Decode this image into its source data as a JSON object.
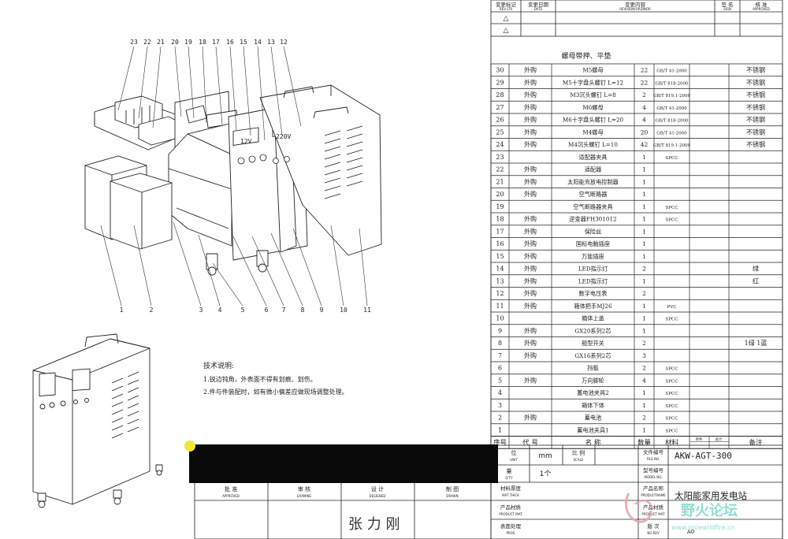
{
  "revision_block": {
    "col_mark": "变更标记",
    "col_mark_en": "REV LTR",
    "col_date": "变更日期",
    "col_date_en": "DATE",
    "col_content": "变更内容",
    "col_content_en": "REVISION/ORDINOR",
    "col_sign": "签  名",
    "col_sign_en": "SIGN",
    "col_approve": "核  准",
    "col_approve_en": "APPROVED",
    "row_marks": [
      "△",
      "△"
    ]
  },
  "bom_note": "螺母带押、平垫",
  "bom_rows": [
    {
      "no": "30",
      "src": "外购",
      "name": "M5螺母",
      "qty": "22",
      "mat": "GB/T 41-2000",
      "rem": "不锈钢"
    },
    {
      "no": "29",
      "src": "外购",
      "name": "M5十字盘头螺钉 L=12",
      "qty": "22",
      "mat": "GB/T 818-2000",
      "rem": "不锈钢"
    },
    {
      "no": "28",
      "src": "外购",
      "name": "M3沉头螺钉 L=8",
      "qty": "2",
      "mat": "GB/T 819.1-2000",
      "rem": "不锈钢"
    },
    {
      "no": "27",
      "src": "外购",
      "name": "M6螺母",
      "qty": "4",
      "mat": "GB/T 41-2000",
      "rem": "不锈钢"
    },
    {
      "no": "26",
      "src": "外购",
      "name": "M6十字盘头螺钉 L=20",
      "qty": "4",
      "mat": "GB/T 818-2000",
      "rem": "不锈钢"
    },
    {
      "no": "25",
      "src": "外购",
      "name": "M4螺母",
      "qty": "20",
      "mat": "GB/T 41-2000",
      "rem": "不锈钢"
    },
    {
      "no": "24",
      "src": "外购",
      "name": "M4沉头螺钉 L=10",
      "qty": "42",
      "mat": "GB/T 819.1-2000",
      "rem": "不锈钢"
    },
    {
      "no": "23",
      "src": "",
      "name": "适配器夹具",
      "qty": "1",
      "mat": "SPCC",
      "rem": ""
    },
    {
      "no": "22",
      "src": "外购",
      "name": "适配器",
      "qty": "1",
      "mat": "",
      "rem": ""
    },
    {
      "no": "21",
      "src": "外购",
      "name": "太阳能充放电控制器",
      "qty": "1",
      "mat": "",
      "rem": ""
    },
    {
      "no": "20",
      "src": "外购",
      "name": "空气断路器",
      "qty": "1",
      "mat": "",
      "rem": ""
    },
    {
      "no": "19",
      "src": "",
      "name": "空气断路器夹具",
      "qty": "1",
      "mat": "SPCC",
      "rem": ""
    },
    {
      "no": "18",
      "src": "外购",
      "name": "逆变器FH301012",
      "qty": "1",
      "mat": "SPCC",
      "rem": ""
    },
    {
      "no": "17",
      "src": "外购",
      "name": "保险丝",
      "qty": "1",
      "mat": "",
      "rem": ""
    },
    {
      "no": "16",
      "src": "外购",
      "name": "国标电脑插座",
      "qty": "1",
      "mat": "",
      "rem": ""
    },
    {
      "no": "15",
      "src": "外购",
      "name": "万能插座",
      "qty": "1",
      "mat": "",
      "rem": ""
    },
    {
      "no": "14",
      "src": "外购",
      "name": "LED指示灯",
      "qty": "2",
      "mat": "",
      "rem": "绿"
    },
    {
      "no": "13",
      "src": "外购",
      "name": "LED指示灯",
      "qty": "1",
      "mat": "",
      "rem": "红"
    },
    {
      "no": "12",
      "src": "外购",
      "name": "数字电压表",
      "qty": "2",
      "mat": "",
      "rem": ""
    },
    {
      "no": "11",
      "src": "外购",
      "name": "箱体把手MJ26",
      "qty": "1",
      "mat": "PVC",
      "rem": ""
    },
    {
      "no": "10",
      "src": "",
      "name": "箱体上盖",
      "qty": "1",
      "mat": "SPCC",
      "rem": ""
    },
    {
      "no": "9",
      "src": "外购",
      "name": "GX20系列2芯",
      "qty": "1",
      "mat": "",
      "rem": ""
    },
    {
      "no": "8",
      "src": "外购",
      "name": "船型开关",
      "qty": "2",
      "mat": "",
      "rem": "1绿 1蓝"
    },
    {
      "no": "7",
      "src": "外购",
      "name": "GX16系列2芯",
      "qty": "3",
      "mat": "",
      "rem": ""
    },
    {
      "no": "6",
      "src": "",
      "name": "挡板",
      "qty": "2",
      "mat": "SPCC",
      "rem": ""
    },
    {
      "no": "5",
      "src": "外购",
      "name": "万向脚轮",
      "qty": "4",
      "mat": "SPCC",
      "rem": ""
    },
    {
      "no": "4",
      "src": "",
      "name": "蓄电池夹具2",
      "qty": "1",
      "mat": "SPCC",
      "rem": ""
    },
    {
      "no": "3",
      "src": "",
      "name": "箱体下体",
      "qty": "1",
      "mat": "SPCC",
      "rem": ""
    },
    {
      "no": "2",
      "src": "外购",
      "name": "蓄电池",
      "qty": "2",
      "mat": "SPCC",
      "rem": ""
    },
    {
      "no": "1",
      "src": "",
      "name": "蓄电池夹具1",
      "qty": "1",
      "mat": "SPCC",
      "rem": ""
    }
  ],
  "bom_header": {
    "no": "序号",
    "code": "代  号",
    "name": "名  称",
    "qty": "数量",
    "mat": "材料",
    "unit_w": "单件",
    "total_w": "总计",
    "rem": "备注"
  },
  "callouts_top": [
    "23",
    "22",
    "21",
    "20",
    "19",
    "18",
    "17",
    "16",
    "15",
    "14",
    "13",
    "12"
  ],
  "callouts_bottom": [
    "1",
    "2",
    "3",
    "4",
    "5",
    "6",
    "7",
    "8",
    "9",
    "10",
    "11"
  ],
  "panel_displays": [
    "12V",
    "220V"
  ],
  "tech_notes": {
    "title": "技术说明:",
    "line1": "1.锐边钝角，外表面不得有划痕、划伤。",
    "line2": "2.件与件装配时，如有微小偏差应做现场调整处理。"
  },
  "title_block": {
    "unit_cn": "位",
    "unit_en": "UNIT",
    "unit_val": "mm",
    "scale_cn": "比  例",
    "scale_en": "SCALE",
    "qty_cn": "量",
    "qty_en": "Q'TY",
    "qty_val": "1个",
    "file_cn": "文件编号",
    "file_en": "FILE NO.",
    "file_val": "AKW-AGT-300",
    "model_cn": "型号编号",
    "model_en": "MODEL NO.",
    "thick_cn": "材料厚度",
    "thick_en": "MAT THICK",
    "pname_cn": "产品名称",
    "pname_en": "PRODUCTNAME",
    "pname_val": "太阳能家用发电站",
    "pmat_cn": "产品材质",
    "pmat_en": "PRODUCT MAT",
    "surf_cn": "表面处理",
    "surf_en": "PROS",
    "ver_cn": "版  次",
    "ver_en": "NO.REV",
    "ver_val": "A0",
    "approved_cn": "批  准",
    "approved_en": "APPROVED",
    "exam_cn": "审  核",
    "exam_en": "EXAMINE",
    "design_cn": "设  计",
    "design_en": "DESIGNED",
    "drawn_cn": "制  图",
    "drawn_en": "DRAWN",
    "signature": "张 力 刚"
  },
  "watermark": {
    "cn": "野火论坛",
    "url": "www.proewildfire.cn"
  }
}
